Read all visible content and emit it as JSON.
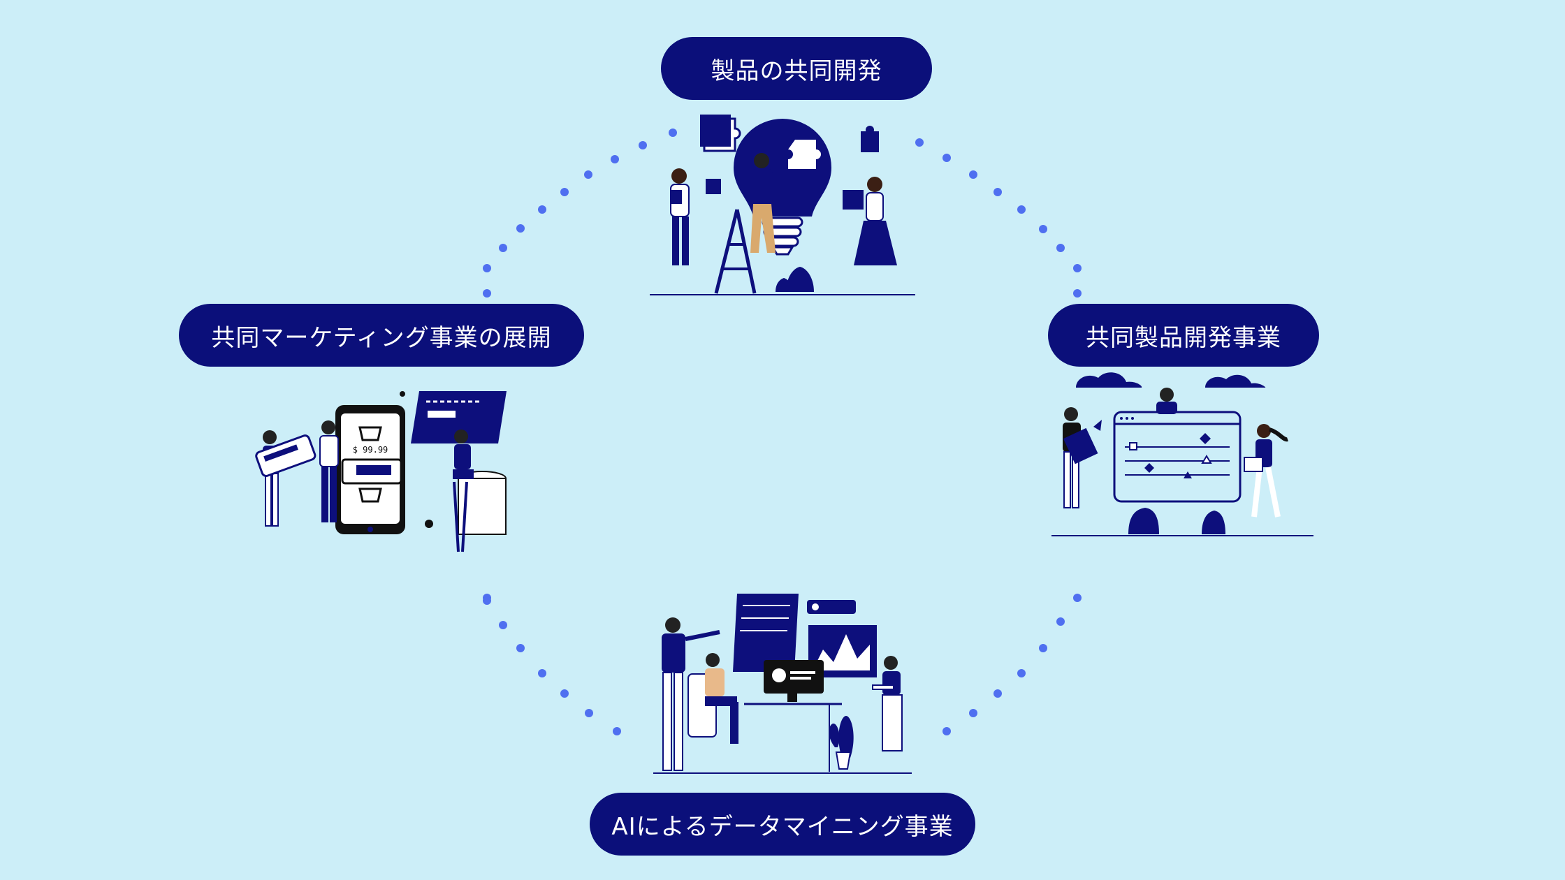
{
  "labels": {
    "top": "製品の共同開発",
    "left": "共同マーケティング事業の展開",
    "right": "共同製品開発事業",
    "bottom": "AIによるデータマイニング事業"
  },
  "illustrations": {
    "top": "lightbulb-puzzle-team-icon",
    "left": "online-shopping-team-icon",
    "right": "dashboard-team-icon",
    "bottom": "data-analysis-team-icon"
  },
  "illustration_text": {
    "price": "$ 99.99"
  },
  "colors": {
    "background": "#cceef8",
    "pill": "#0b0f7a",
    "pill_text": "#ffffff",
    "dots": "#4f6ff0",
    "navy": "#0d0f7c",
    "skin_tan": "#e8b98a"
  }
}
